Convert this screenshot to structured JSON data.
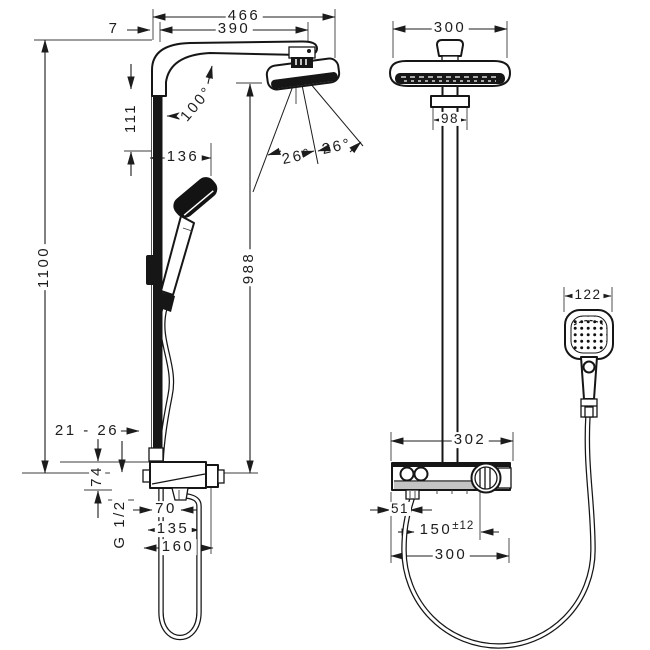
{
  "page": {
    "background": "#ffffff",
    "line_color": "#1c1c1c"
  },
  "dimensions": {
    "side": {
      "total_depth": "466",
      "arm_projection": "390",
      "wall_gap": "7",
      "upper_section": "111",
      "arm_angle": "100°",
      "handshower_projection": "136",
      "spray_angle_left": "26°",
      "spray_angle_right": "26°",
      "total_height": "1100",
      "head_height": "988",
      "mount_range": "21 - 26",
      "valve_height": "74",
      "thread_size": "G 1/2",
      "outlet_offset": "70",
      "hose_loop_width": "135",
      "valve_depth": "160"
    },
    "front": {
      "head_width": "300",
      "bracket_width": "98",
      "handshower_width": "122",
      "shelf_width": "302",
      "outlet_inset": "51",
      "hose_drop": "150",
      "hose_drop_tolerance": "±12",
      "connection_width": "300"
    }
  }
}
